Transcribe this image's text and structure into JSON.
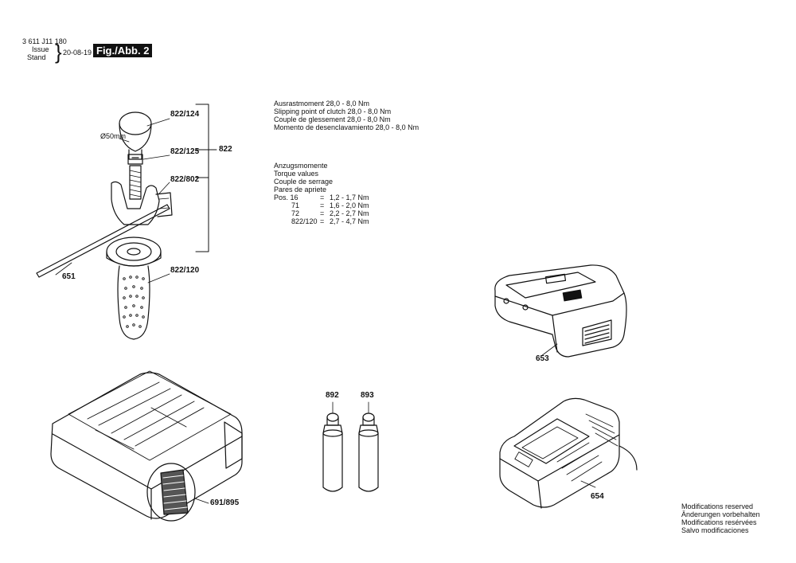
{
  "header": {
    "doc_number": "3 611 J11 180",
    "issue_label": "Issue",
    "stand_label": "Stand",
    "date": "20-08-19",
    "fig_label": "Fig./Abb. 2"
  },
  "clutch_note": [
    "Ausrastmoment 28,0 - 8,0 Nm",
    "Slipping point of clutch 28,0 - 8,0 Nm",
    "Couple de glessement 28,0 - 8,0 Nm",
    "Momento de desenclavamiento 28,0 - 8,0 Nm"
  ],
  "torque_note": {
    "titles": [
      "Anzugsmomente",
      "Torque values",
      "Couple de serrage",
      "Pares de apriete"
    ],
    "rows": [
      {
        "pos": "Pos. 16",
        "eq": "=",
        "value": "1,2 - 1,7 Nm"
      },
      {
        "pos": "71",
        "eq": "=",
        "value": "1,6 - 2,0 Nm"
      },
      {
        "pos": "72",
        "eq": "=",
        "value": "2,2 - 2,7 Nm"
      },
      {
        "pos": "822/120",
        "eq": "=",
        "value": "2,7 - 4,7 Nm"
      }
    ]
  },
  "parts": {
    "p822_124": "822/124",
    "p822_125": "822/125",
    "p822_802": "822/802",
    "p822_120": "822/120",
    "p822": "822",
    "p651": "651",
    "p653": "653",
    "p654": "654",
    "p892": "892",
    "p893": "893",
    "p691_895": "691/895",
    "diameter": "Ø50mm"
  },
  "footer": [
    "Modifications reserved",
    "Änderungen vorbehalten",
    "Modifications resérvées",
    "Salvo modificaciones"
  ]
}
